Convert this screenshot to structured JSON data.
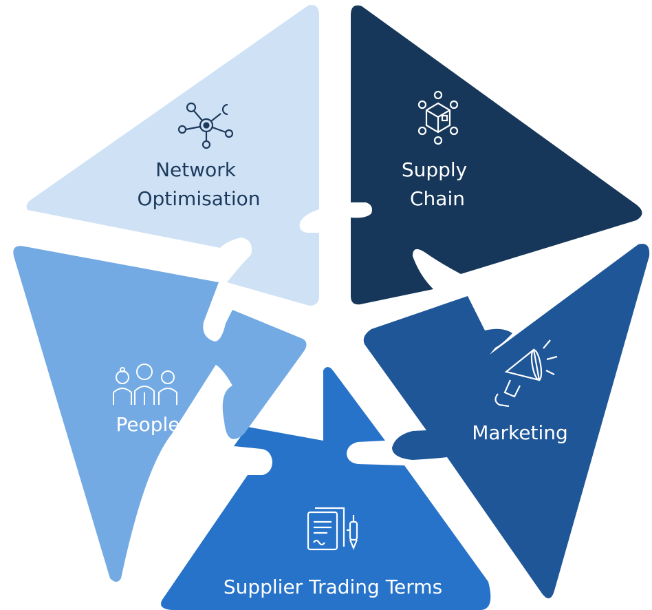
{
  "segments": [
    {
      "id": "network-optimisation",
      "label_lines": [
        "Network",
        "Optimisation"
      ],
      "icon": "network-icon",
      "fill": "#cfe1f5",
      "text_color": "#1c3a5c"
    },
    {
      "id": "supply-chain",
      "label_lines": [
        "Supply",
        "Chain"
      ],
      "icon": "supply-chain-box-icon",
      "fill": "#163759",
      "text_color": "#ffffff"
    },
    {
      "id": "marketing",
      "label_lines": [
        "Marketing"
      ],
      "icon": "megaphone-icon",
      "fill": "#1e5697",
      "text_color": "#ffffff"
    },
    {
      "id": "supplier-trading-terms",
      "label_lines": [
        "Supplier Trading Terms"
      ],
      "icon": "contract-document-icon",
      "fill": "#2673c9",
      "text_color": "#ffffff"
    },
    {
      "id": "people",
      "label_lines": [
        "People"
      ],
      "icon": "people-group-icon",
      "fill": "#73aae3",
      "text_color": "#ffffff"
    }
  ]
}
